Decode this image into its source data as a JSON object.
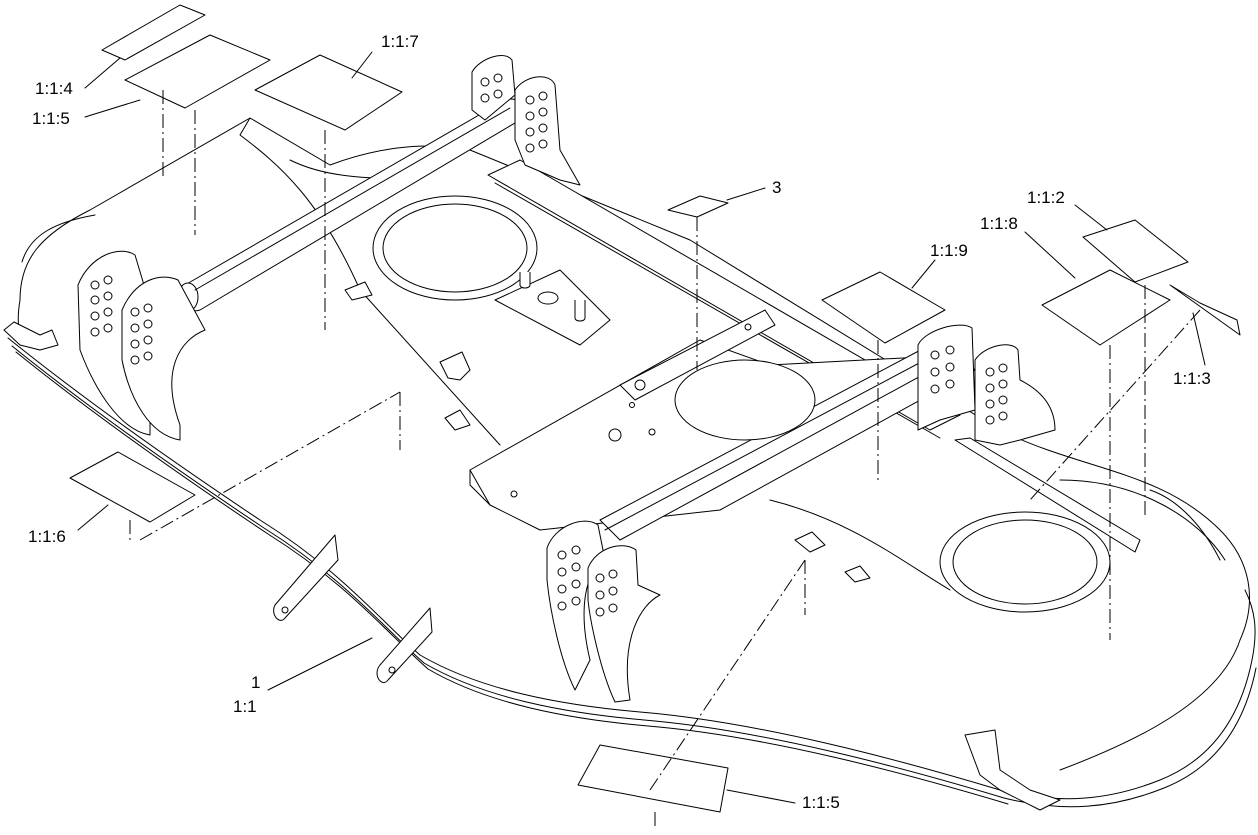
{
  "callouts": [
    {
      "id": "decal-tl1",
      "label": "1:1:4"
    },
    {
      "id": "decal-tl2",
      "label": "1:1:5"
    },
    {
      "id": "decal-top",
      "label": "1:1:7"
    },
    {
      "id": "decal-small",
      "label": "3"
    },
    {
      "id": "decal-right1",
      "label": "1:1:2"
    },
    {
      "id": "decal-right2",
      "label": "1:1:8"
    },
    {
      "id": "decal-mid",
      "label": "1:1:9"
    },
    {
      "id": "decal-edge",
      "label": "1:1:3"
    },
    {
      "id": "decal-left",
      "label": "1:1:6"
    },
    {
      "id": "deck",
      "label": "1"
    },
    {
      "id": "deck",
      "label": "1:1"
    },
    {
      "id": "decal-bottom",
      "label": "1:1:5"
    }
  ]
}
